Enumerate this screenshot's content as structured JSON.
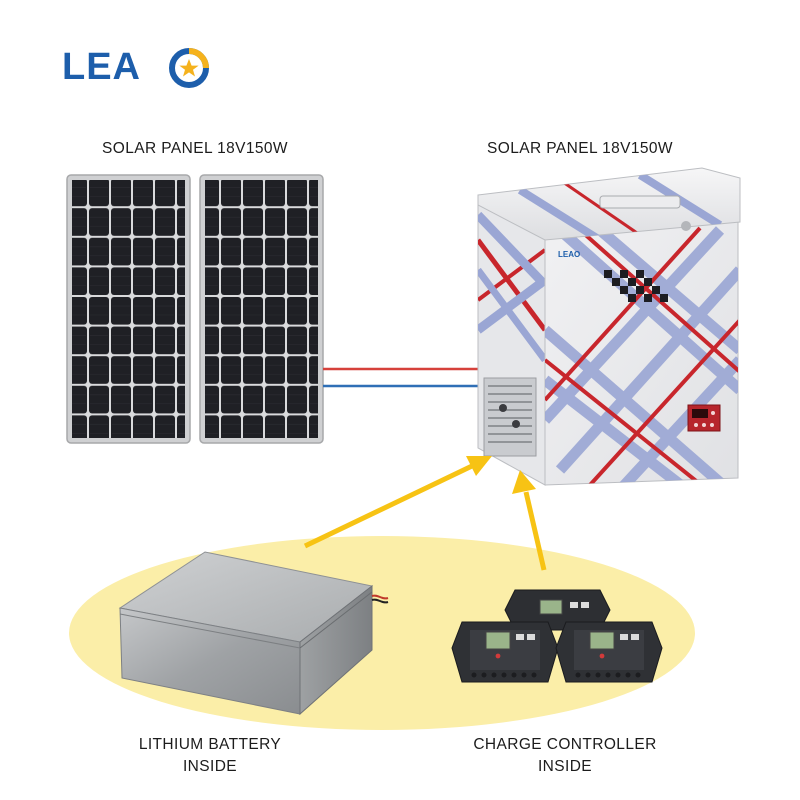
{
  "brand": {
    "logo_text": "LEA",
    "primary_color": "#1d5eab",
    "accent_color": "#f5b21d"
  },
  "labels": {
    "panel_left": "SOLAR PANEL 18V150W",
    "panel_right": "SOLAR PANEL 18V150W",
    "battery_line1": "LITHIUM BATTERY",
    "battery_line2": "INSIDE",
    "controller_line1": "CHARGE CONTROLLER",
    "controller_line2": "INSIDE"
  },
  "colors": {
    "ellipse": "#fbeea8",
    "arrow": "#f7c314",
    "wire_positive": "#d6413b",
    "wire_negative": "#2f6fb6",
    "panel_cell": "#1e1f24",
    "freezer_stripe_red": "#c8262c",
    "freezer_stripe_blue": "#9aa6d4"
  }
}
